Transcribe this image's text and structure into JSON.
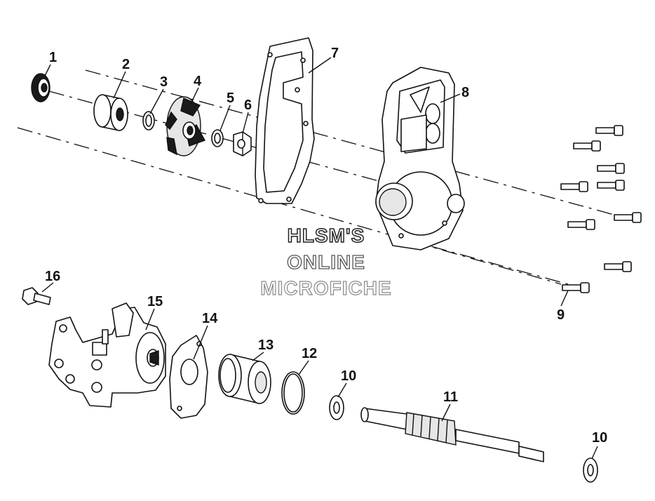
{
  "watermark": {
    "line1": "HLSM'S",
    "line2": "ONLINE",
    "line3": "MICROFICHE"
  },
  "callouts": {
    "c1": "1",
    "c2": "2",
    "c3": "3",
    "c4": "4",
    "c5": "5",
    "c6": "6",
    "c7": "7",
    "c8": "8",
    "c9": "9",
    "c10a": "10",
    "c10b": "10",
    "c11": "11",
    "c12": "12",
    "c13": "13",
    "c14": "14",
    "c15": "15",
    "c16": "16"
  }
}
